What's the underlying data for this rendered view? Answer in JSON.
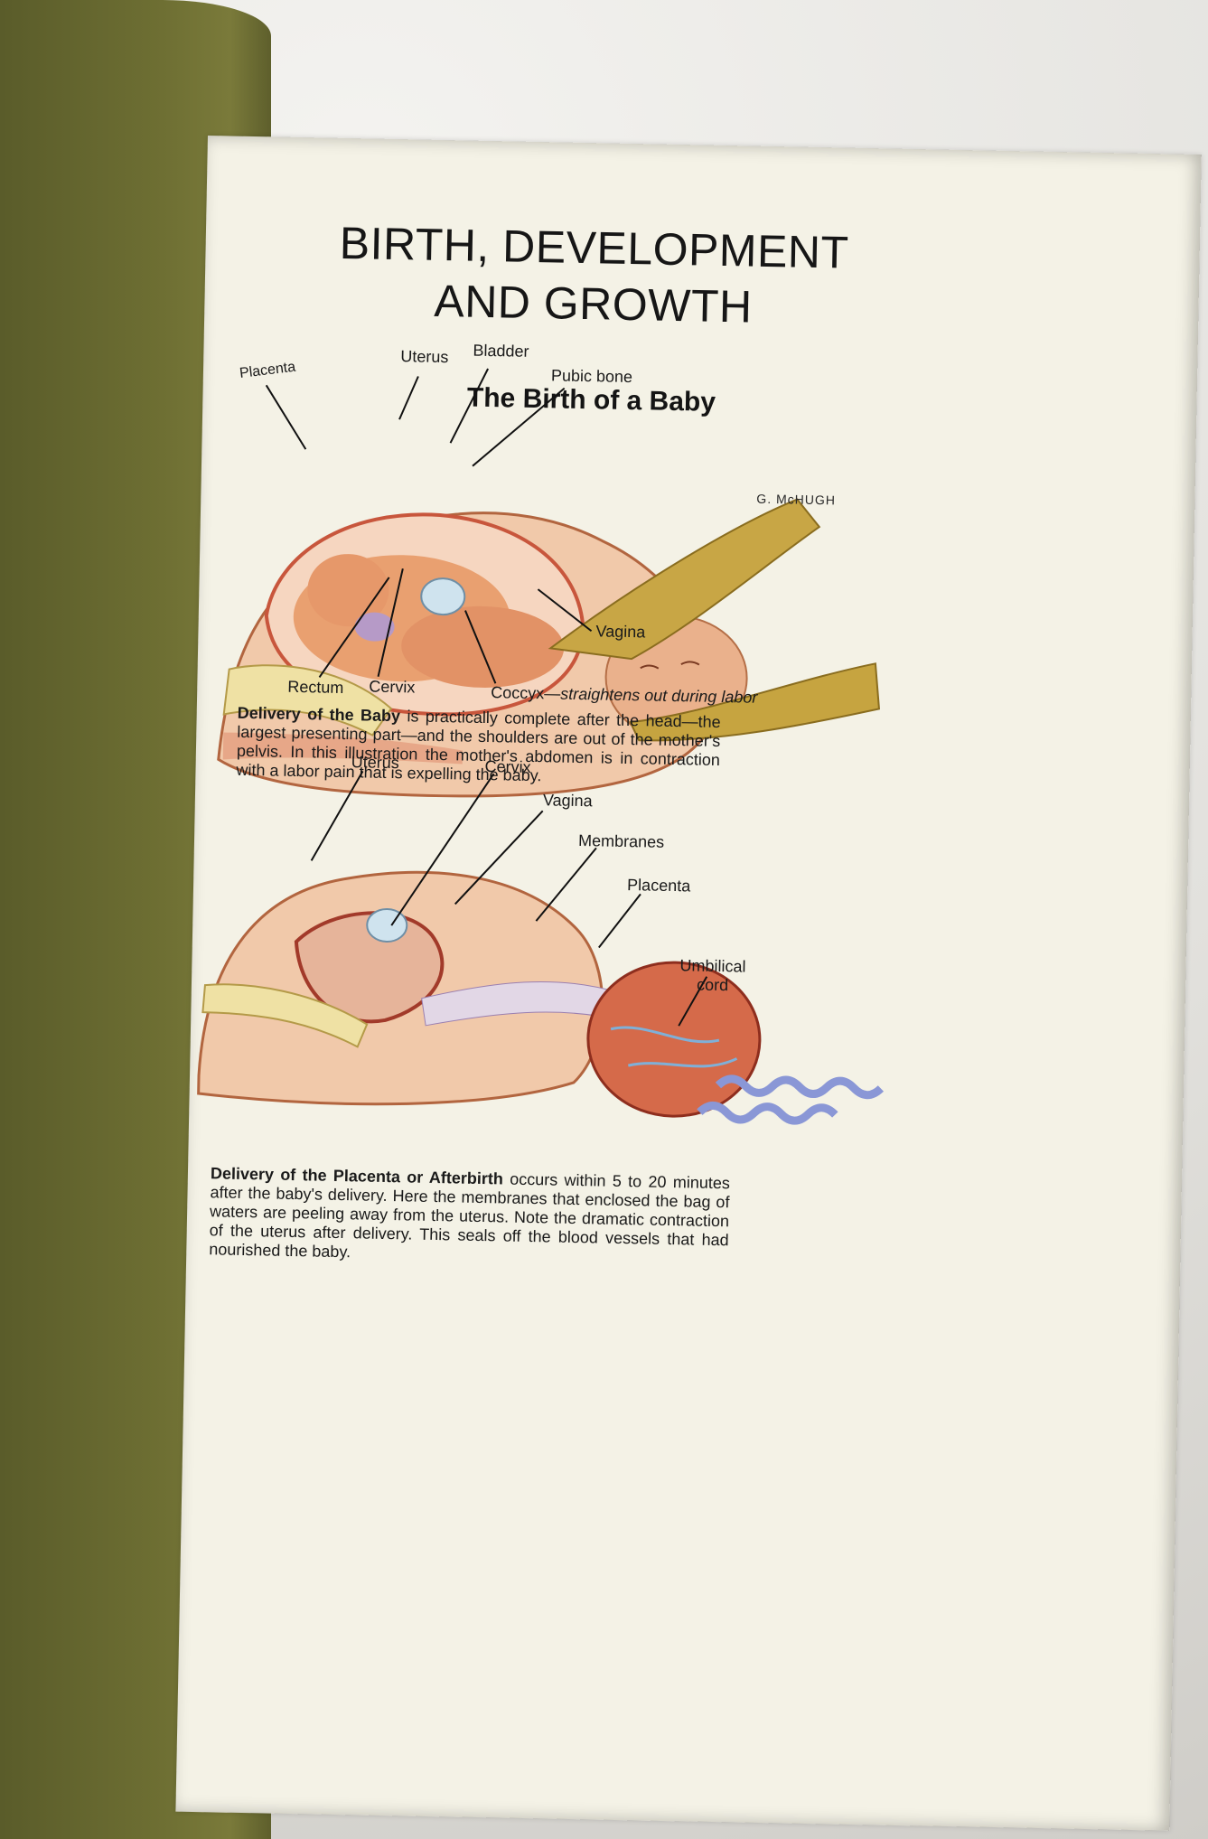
{
  "page": {
    "title_line1": "BIRTH, DEVELOPMENT",
    "title_line2": "AND GROWTH",
    "section_title": "The Birth of a Baby"
  },
  "figure1": {
    "labels": {
      "placenta": "Placenta",
      "uterus": "Uterus",
      "bladder": "Bladder",
      "pubic_bone": "Pubic bone",
      "vagina": "Vagina",
      "rectum": "Rectum",
      "cervix": "Cervix",
      "coccyx": "Coccyx—",
      "coccyx_note": "straightens out during labor"
    },
    "credit": "G. McHUGH",
    "caption_bold": "Delivery of the Baby",
    "caption_text": " is practically complete after the head—the largest presenting part—and the shoulders are out of the mother's pelvis. In this illustration the mother's abdomen is in contraction with a labor pain that is expelling the baby."
  },
  "figure2": {
    "labels": {
      "uterus": "Uterus",
      "cervix": "Cervix",
      "vagina": "Vagina",
      "membranes": "Membranes",
      "placenta": "Placenta",
      "umbilical_cord_1": "Umbilical",
      "umbilical_cord_2": "cord"
    },
    "caption_bold": "Delivery of the Placenta or Afterbirth",
    "caption_text": " occurs within 5 to 20 minutes after the baby's delivery. Here the membranes that enclosed the bag of waters are peeling away from the uterus. Note the dramatic contraction of the uterus after delivery. This seals off the blood vessels that had nourished the baby."
  }
}
